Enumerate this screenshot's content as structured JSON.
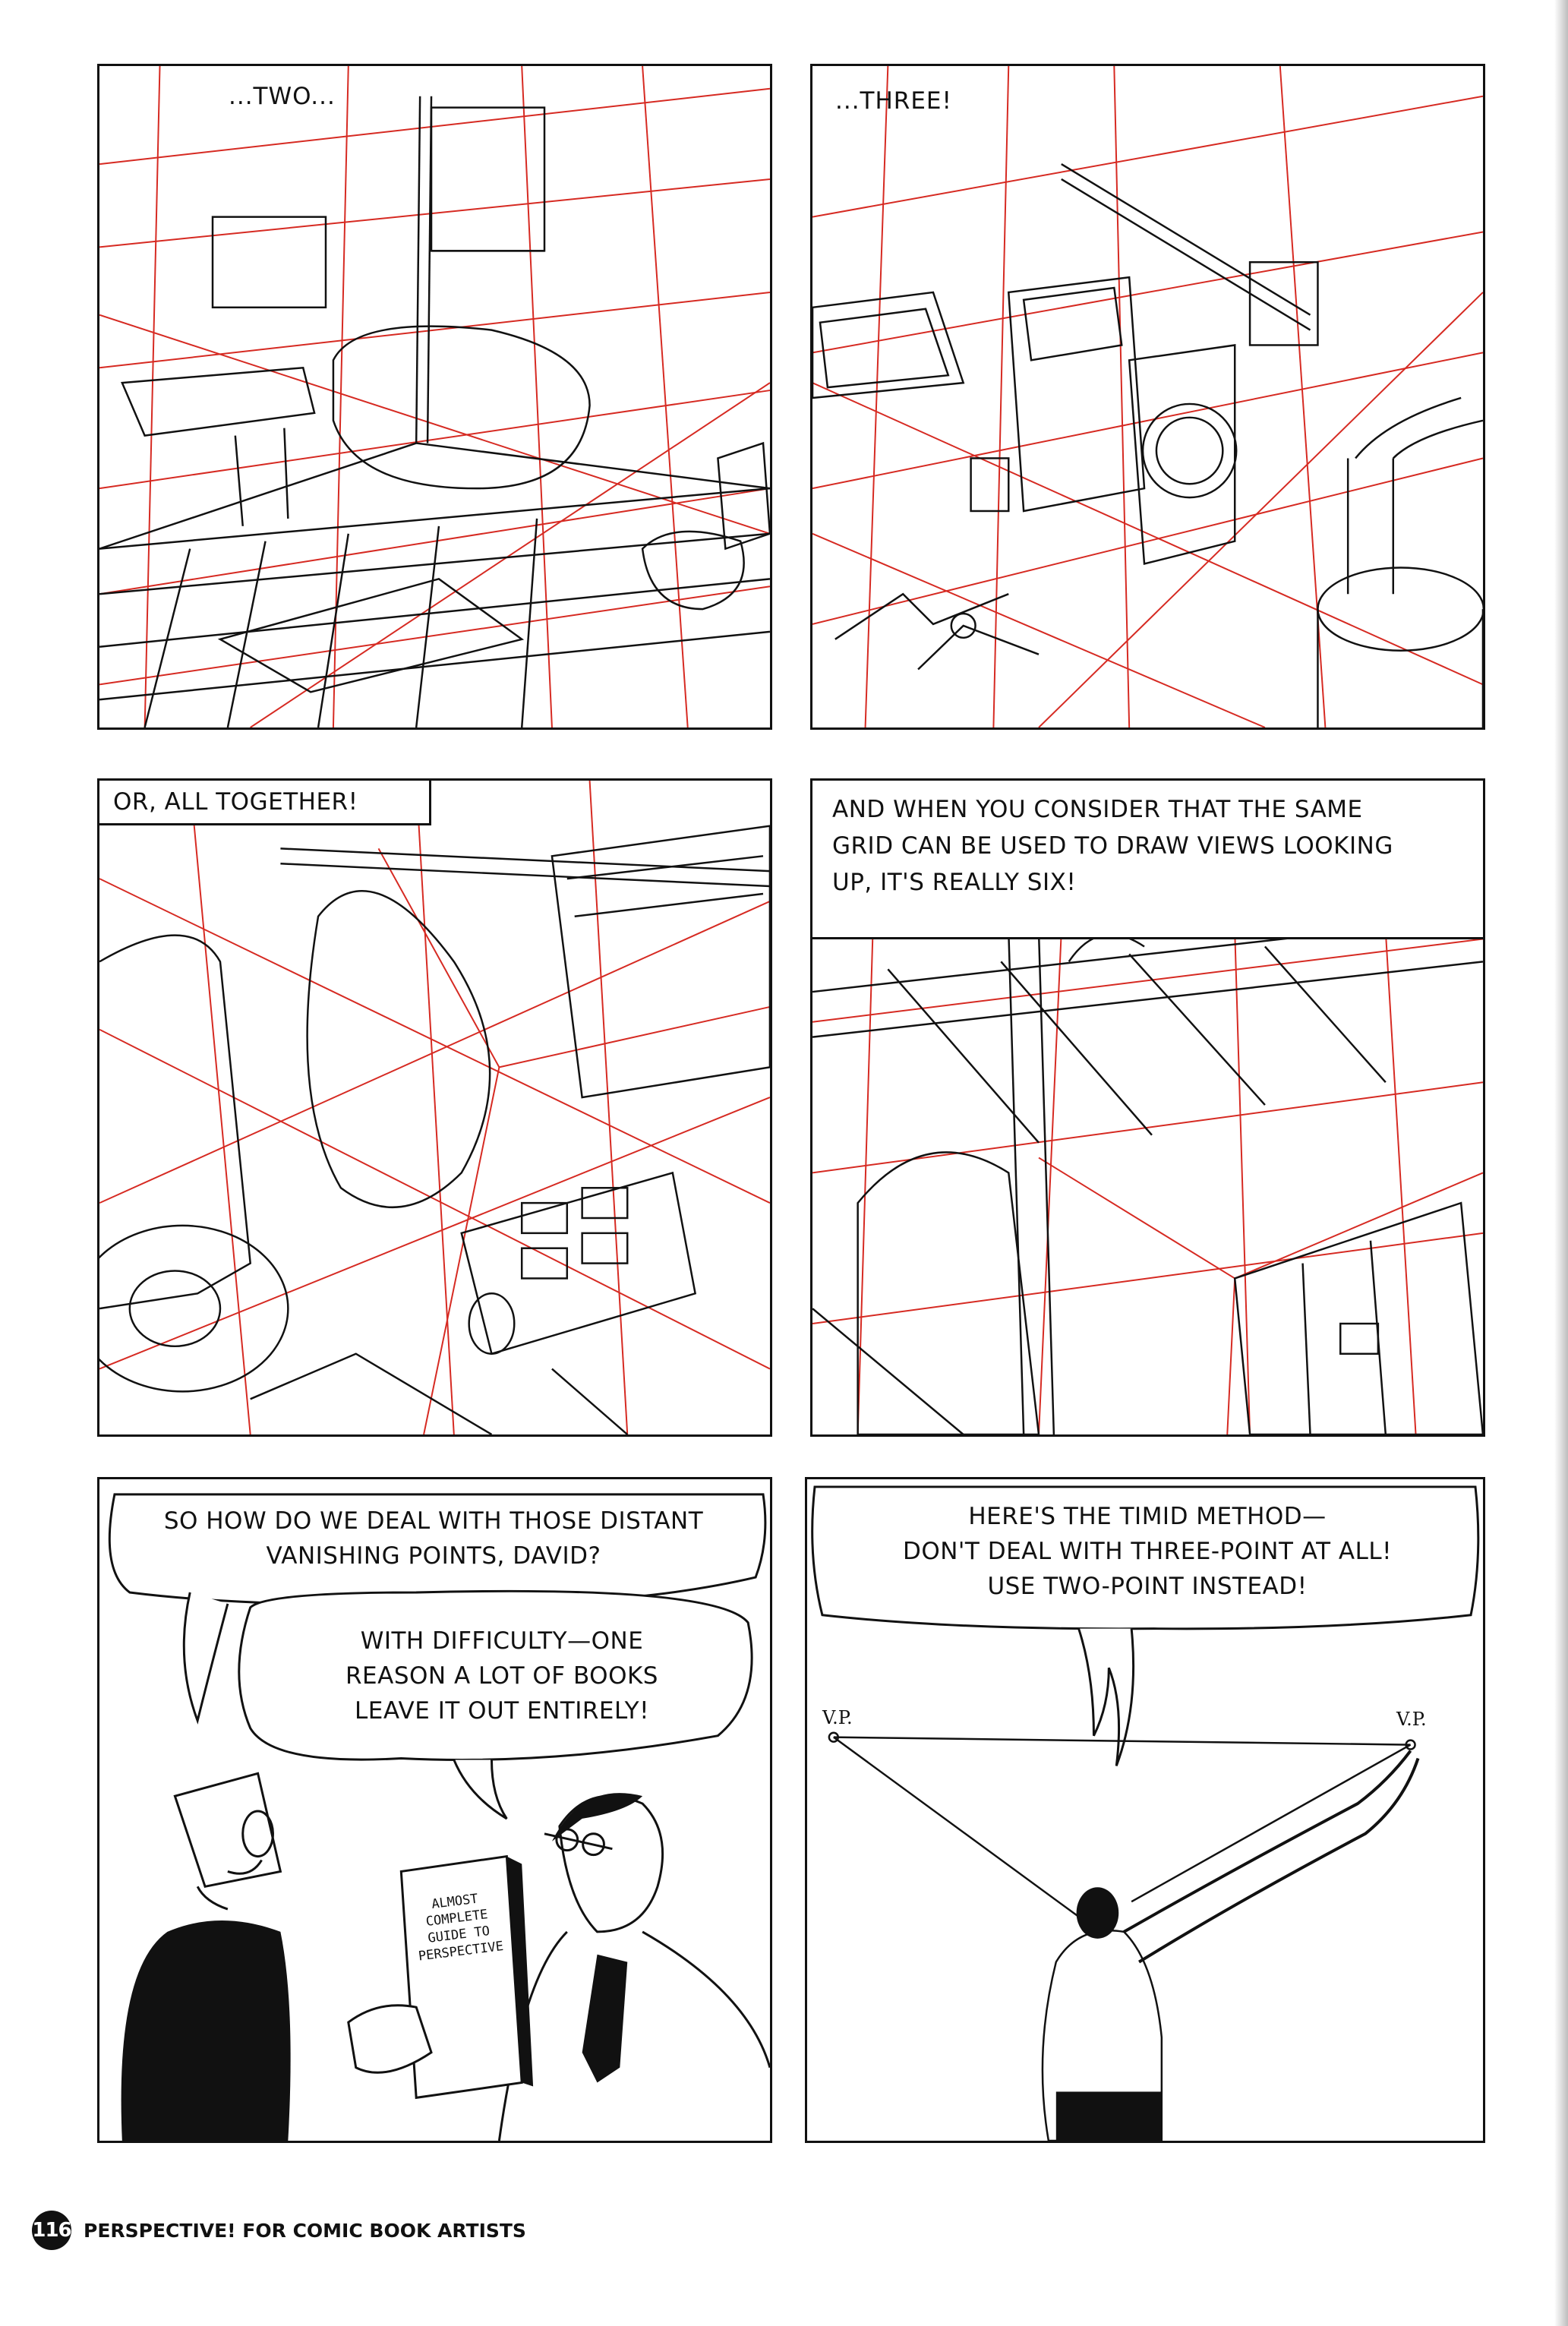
{
  "colors": {
    "ink": "#111111",
    "grid_red": "#d62a22",
    "paper": "#ffffff"
  },
  "panels": {
    "p1": {
      "caption": "...TWO..."
    },
    "p2": {
      "caption": "...THREE!"
    },
    "p3": {
      "caption": "OR, ALL TOGETHER!"
    },
    "p4": {
      "caption_lines": [
        "AND WHEN YOU CONSIDER THAT THE SAME",
        "GRID CAN BE USED TO DRAW VIEWS LOOKING",
        "UP, IT'S REALLY SIX!"
      ]
    },
    "p5": {
      "balloon1_lines": [
        "SO HOW DO WE DEAL WITH THOSE DISTANT",
        "VANISHING POINTS, DAVID?"
      ],
      "balloon2_lines": [
        "WITH DIFFICULTY—ONE",
        "REASON A LOT OF BOOKS",
        "LEAVE IT OUT ENTIRELY!"
      ],
      "book_title": "ALMOST\nCOMPLETE\nGUIDE TO\nPERSPECTIVE"
    },
    "p6": {
      "balloon_lines": [
        "HERE'S THE TIMID METHOD—",
        "DON'T DEAL WITH THREE-POINT AT ALL!",
        "USE TWO-POINT INSTEAD!"
      ],
      "vp_left": "V.P.",
      "vp_right": "V.P."
    }
  },
  "footer": {
    "page_number": "116",
    "running_title": "PERSPECTIVE! FOR COMIC BOOK ARTISTS"
  }
}
